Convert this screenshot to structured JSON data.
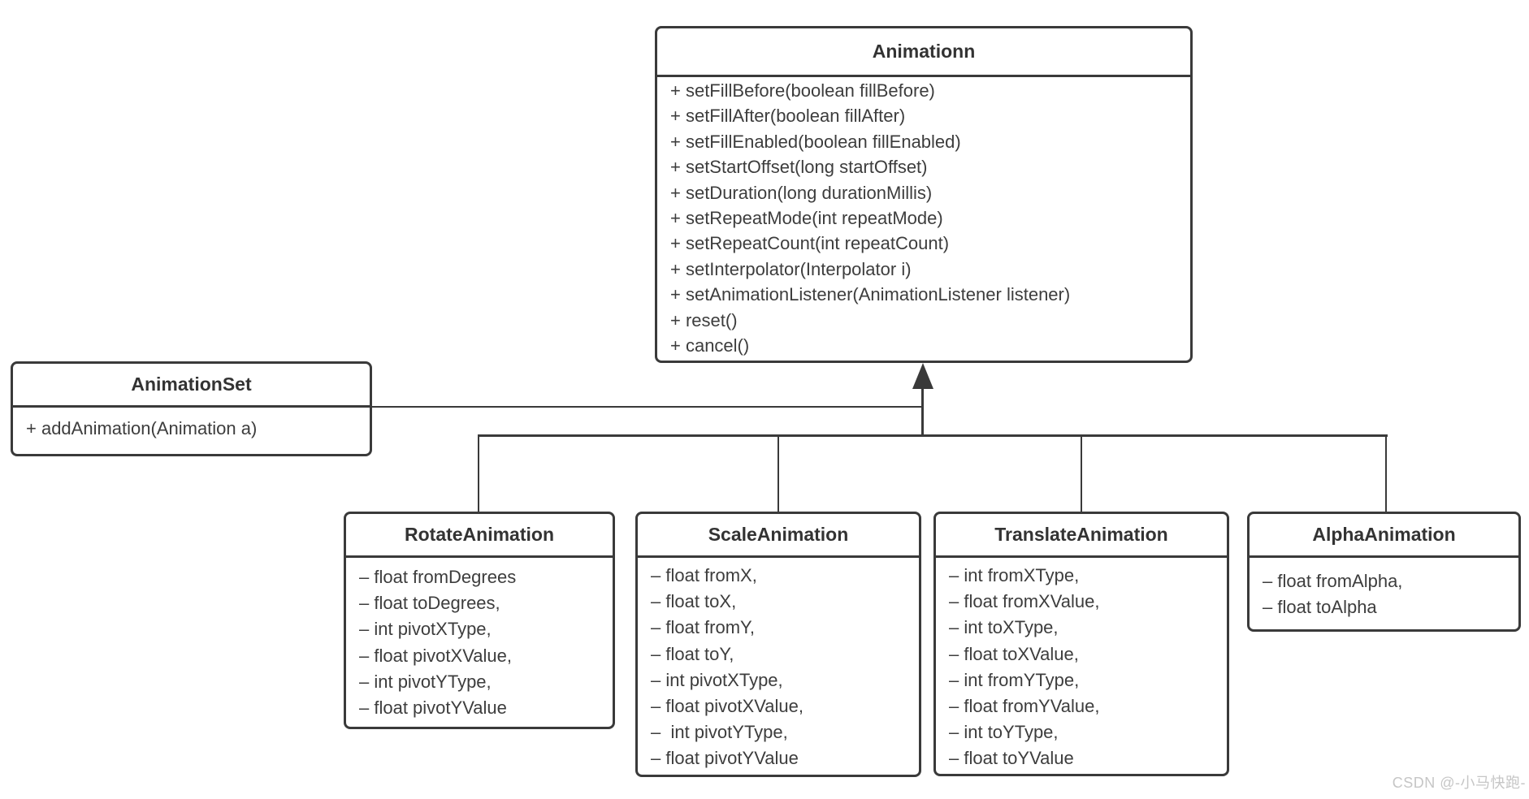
{
  "diagram": {
    "classes": [
      {
        "name": "Animationn",
        "members": [
          "+ setFillBefore(boolean fillBefore)",
          "+ setFillAfter(boolean fillAfter)",
          "+ setFillEnabled(boolean fillEnabled)",
          "+ setStartOffset(long startOffset)",
          "+ setDuration(long durationMillis)",
          "+ setRepeatMode(int repeatMode)",
          "+ setRepeatCount(int repeatCount)",
          "+ setInterpolator(Interpolator i)",
          "+ setAnimationListener(AnimationListener listener)",
          "+ reset()",
          "+ cancel()"
        ]
      },
      {
        "name": "AnimationSet",
        "members": [
          "+ addAnimation(Animation a)"
        ]
      },
      {
        "name": "RotateAnimation",
        "members": [
          "– float fromDegrees",
          "– float toDegrees,",
          "– int pivotXType,",
          "– float pivotXValue,",
          "– int pivotYType,",
          "– float pivotYValue"
        ]
      },
      {
        "name": "ScaleAnimation",
        "members": [
          "– float fromX,",
          "– float toX,",
          "– float fromY,",
          "– float toY,",
          "– int pivotXType,",
          "– float pivotXValue,",
          "–  int pivotYType,",
          "– float pivotYValue"
        ]
      },
      {
        "name": "TranslateAnimation",
        "members": [
          "– int fromXType,",
          "– float fromXValue,",
          "– int toXType,",
          "– float toXValue,",
          "– int fromYType,",
          "– float fromYValue,",
          "– int toYType,",
          "– float toYValue"
        ]
      },
      {
        "name": "AlphaAnimation",
        "members": [
          "– float fromAlpha,",
          "– float toAlpha"
        ]
      }
    ],
    "relationships": [
      {
        "type": "inheritance",
        "parent": "Animationn",
        "children": [
          "AnimationSet",
          "RotateAnimation",
          "ScaleAnimation",
          "TranslateAnimation",
          "AlphaAnimation"
        ]
      }
    ]
  },
  "watermark": "CSDN @-小马快跑-",
  "colors": {
    "line": "#3a3a3a",
    "text": "#3d3d3d",
    "background": "#ffffff",
    "watermark": "#c6c6c6"
  }
}
